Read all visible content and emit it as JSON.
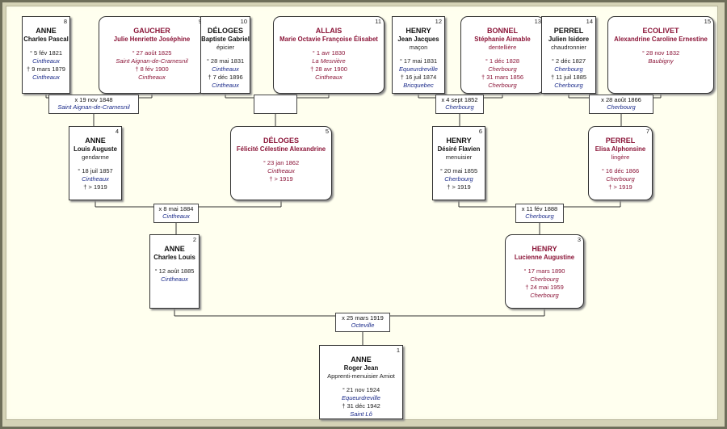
{
  "persons": {
    "p1": {
      "num": "1",
      "surname": "ANNE",
      "given": "Roger Jean",
      "occupation": "Apprenti-menuisier Amiot",
      "birth": "° 21 nov 1924",
      "birth_place": "Equeurdreville",
      "death": "† 31 déc 1942",
      "death_place": "Saint Lô"
    },
    "p2": {
      "num": "2",
      "surname": "ANNE",
      "given": "Charles Louis",
      "birth": "° 12 août 1885",
      "birth_place": "Cintheaux"
    },
    "p3": {
      "num": "3",
      "surname": "HENRY",
      "given": "Lucienne Augustine",
      "birth": "° 17 mars 1890",
      "birth_place": "Cherbourg",
      "death": "† 24 mai 1959",
      "death_place": "Cherbourg"
    },
    "p4": {
      "num": "4",
      "surname": "ANNE",
      "given": "Louis Auguste",
      "occupation": "gendarme",
      "birth": "° 18 juil 1857",
      "birth_place": "Cintheaux",
      "death": "† > 1919"
    },
    "p5": {
      "num": "5",
      "surname": "DÉLOGES",
      "given": "Félicité Célestine Alexandrine",
      "birth": "° 23 jan 1862",
      "birth_place": "Cintheaux",
      "death": "† > 1919"
    },
    "p6": {
      "num": "6",
      "surname": "HENRY",
      "given": "Désiré Flavien",
      "occupation": "menuisier",
      "birth": "° 20 mai 1855",
      "birth_place": "Cherbourg",
      "death": "† > 1919"
    },
    "p7": {
      "num": "7",
      "surname": "PERREL",
      "given": "Elisa Alphonsine",
      "occupation": "lingère",
      "birth": "° 16 déc 1866",
      "birth_place": "Cherbourg",
      "death": "† > 1919"
    },
    "p8": {
      "num": "8",
      "surname": "ANNE",
      "given": "Charles Pascal",
      "birth": "° 5 fév 1821",
      "birth_place": "Cintheaux",
      "death": "† 9 mars 1879",
      "death_place": "Cintheaux"
    },
    "p9": {
      "num": "9",
      "surname": "GAUCHER",
      "given": "Julie Henriette Joséphine",
      "birth": "° 27 août 1825",
      "birth_place": "Saint Aignan-de-Cramesnil",
      "death": "† 8 fév 1900",
      "death_place": "Cintheaux"
    },
    "p10": {
      "num": "10",
      "surname": "DÉLOGES",
      "given": "Baptiste Gabriel",
      "occupation": "épicier",
      "birth": "° 28 mai 1831",
      "birth_place": "Cintheaux",
      "death": "† 7 déc 1896",
      "death_place": "Cintheaux"
    },
    "p11": {
      "num": "11",
      "surname": "ALLAIS",
      "given": "Marie Octavie Françoise Élisabet",
      "birth": "° 1 avr 1830",
      "birth_place": "La Mesnière",
      "death": "† 28 avr 1900",
      "death_place": "Cintheaux"
    },
    "p12": {
      "num": "12",
      "surname": "HENRY",
      "given": "Jean Jacques",
      "occupation": "maçon",
      "birth": "° 17 mai 1831",
      "birth_place": "Equeurdreville",
      "death": "† 16 juil 1874",
      "death_place": "Bricquebec"
    },
    "p13": {
      "num": "13",
      "surname": "BONNEL",
      "given": "Stéphanie Aimable",
      "occupation": "dentellière",
      "birth": "° 1 déc 1828",
      "birth_place": "Cherbourg",
      "death": "† 31 mars 1856",
      "death_place": "Cherbourg"
    },
    "p14": {
      "num": "14",
      "surname": "PERREL",
      "given": "Julien Isidore",
      "occupation": "chaudronnier",
      "birth": "° 2 déc 1827",
      "birth_place": "Cherbourg",
      "death": "† 11 juil 1885",
      "death_place": "Cherbourg"
    },
    "p15": {
      "num": "15",
      "surname": "ECOLIVET",
      "given": "Alexandrine Caroline Ernestine",
      "birth": "° 28 nov 1832",
      "birth_place": "Baubigny"
    }
  },
  "marriages": {
    "m1": {
      "date": "x 25 mars 1919",
      "place": "Octeville"
    },
    "m2": {
      "date": "x 8 mai 1884",
      "place": "Cintheaux"
    },
    "m3": {
      "date": "x 11 fév 1888",
      "place": "Cherbourg"
    },
    "m4": {
      "date": "x 19 nov 1848",
      "place": "Saint Aignan-de-Cramesnil"
    },
    "m5": {
      "date": "",
      "place": ""
    },
    "m6": {
      "date": "x 4 sept 1852",
      "place": "Cherbourg"
    },
    "m7": {
      "date": "x 28 août 1866",
      "place": "Cherbourg"
    }
  },
  "colors": {
    "male_text": "#111111",
    "female_text": "#8b1538",
    "place_male": "#1a2a8a",
    "background": "#ffffef",
    "frame": "#d4d2b6"
  }
}
